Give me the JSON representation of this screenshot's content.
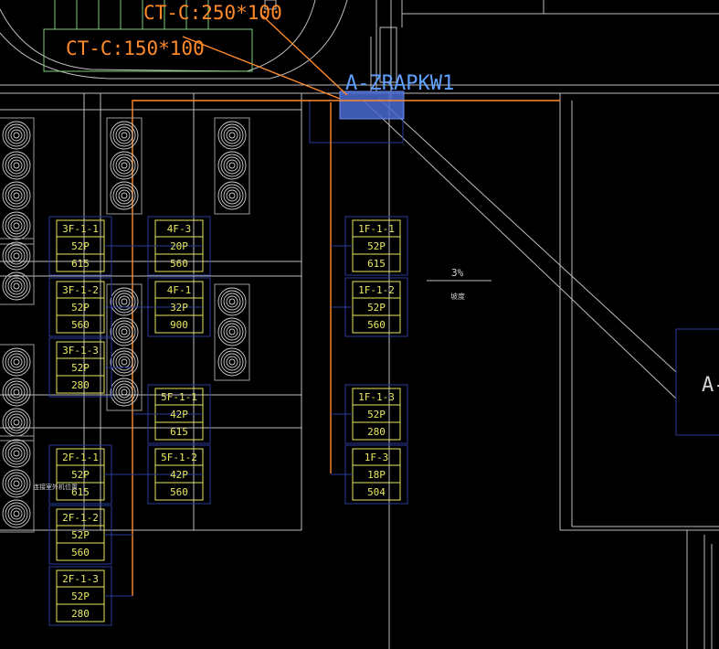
{
  "drawing": {
    "duct_labels": [
      "CT-C:250*100",
      "CT-C:150*100"
    ],
    "tag_label": "A-ZRAPKW1",
    "slope_label": "3%",
    "slope_note": "坡度",
    "side_label": "A-",
    "small_note": "连接室外机位置"
  },
  "units": [
    {
      "id": "3F-1-1",
      "cap": "52P",
      "air": "615"
    },
    {
      "id": "3F-1-2",
      "cap": "52P",
      "air": "560"
    },
    {
      "id": "3F-1-3",
      "cap": "52P",
      "air": "280"
    },
    {
      "id": "4F-3",
      "cap": "20P",
      "air": "560"
    },
    {
      "id": "4F-1",
      "cap": "32P",
      "air": "900"
    },
    {
      "id": "5F-1-1",
      "cap": "42P",
      "air": "615"
    },
    {
      "id": "5F-1-2",
      "cap": "42P",
      "air": "560"
    },
    {
      "id": "2F-1-1",
      "cap": "52P",
      "air": "615"
    },
    {
      "id": "2F-1-2",
      "cap": "52P",
      "air": "560"
    },
    {
      "id": "2F-1-3",
      "cap": "52P",
      "air": "280"
    },
    {
      "id": "1F-1-1",
      "cap": "52P",
      "air": "615"
    },
    {
      "id": "1F-1-2",
      "cap": "52P",
      "air": "560"
    },
    {
      "id": "1F-1-3",
      "cap": "52P",
      "air": "280"
    },
    {
      "id": "1F-3",
      "cap": "18P",
      "air": "504"
    }
  ],
  "colors": {
    "background": "#000000",
    "structure": "#c8c8c8",
    "unit_box": "#e8e860",
    "frame": "#2a3a9a",
    "pipe": "#ff8a2a",
    "highlight": "#4a6ad0"
  }
}
